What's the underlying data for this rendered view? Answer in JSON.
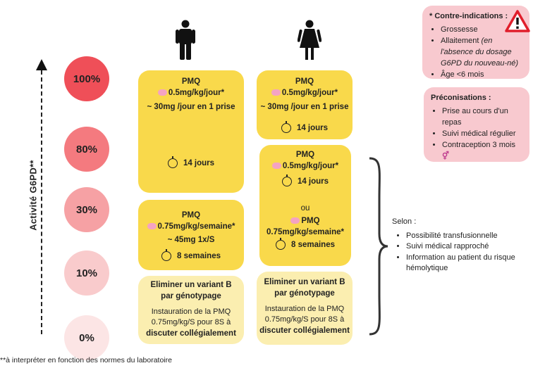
{
  "axis": {
    "label": "Activité G6PD**"
  },
  "levels": [
    "100%",
    "80%",
    "30%",
    "10%",
    "0%"
  ],
  "level_colors": [
    "#ef4f58",
    "#f47a7f",
    "#f6a1a4",
    "#f9cbcc",
    "#fce5e5"
  ],
  "men": {
    "icon": "man-icon",
    "box1": {
      "title": "PMQ",
      "dose": "0.5mg/kg/jour*",
      "max": "~ 30mg /jour en 1 prise",
      "duration": "14 jours"
    },
    "box2": {
      "title": "PMQ",
      "dose": "0.75mg/kg/semaine*",
      "max": "~ 45mg 1x/S",
      "duration": "8 semaines"
    },
    "box3": {
      "line1": "Eliminer un variant B",
      "line2": "par génotypage",
      "line3": "Instauration de la PMQ",
      "line4": "0.75mg/kg/S pour 8S à",
      "line5": "discuter collégialement"
    }
  },
  "women": {
    "icon": "woman-icon",
    "box1": {
      "title": "PMQ",
      "dose": "0.5mg/kg/jour*",
      "max": "~ 30mg /jour en 1 prise",
      "duration": "14 jours"
    },
    "box2": {
      "title_a": "PMQ",
      "dose_a": "0.5mg/kg/jour*",
      "duration_a": "14 jours",
      "or": "ou",
      "title_b": "PMQ",
      "dose_b": "0.75mg/kg/semaine*",
      "duration_b": "8 semaines"
    },
    "box3": {
      "line1": "Eliminer un variant B",
      "line2": "par génotypage",
      "line3": "Instauration de la PMQ",
      "line4": "0.75mg/kg/S pour 8S à",
      "line5": "discuter collégialement"
    }
  },
  "contraindications": {
    "title": "* Contre-indications :",
    "items": [
      "Grossesse",
      "Allaitement",
      "(en l'absence du dosage G6PD du nouveau-né)",
      "Âge <6 mois"
    ]
  },
  "recommendations": {
    "title": "Préconisations :",
    "items": [
      "Prise au cours d'un repas",
      "Suivi médical régulier",
      "Contraception 3 mois"
    ]
  },
  "selon": {
    "title": "Selon :",
    "items": [
      "Possibilité transfusionnelle",
      "Suivi médical rapproché",
      "Information au patient du risque hémolytique"
    ]
  },
  "footnote": "**à interpréter en fonction des  normes du laboratoire"
}
